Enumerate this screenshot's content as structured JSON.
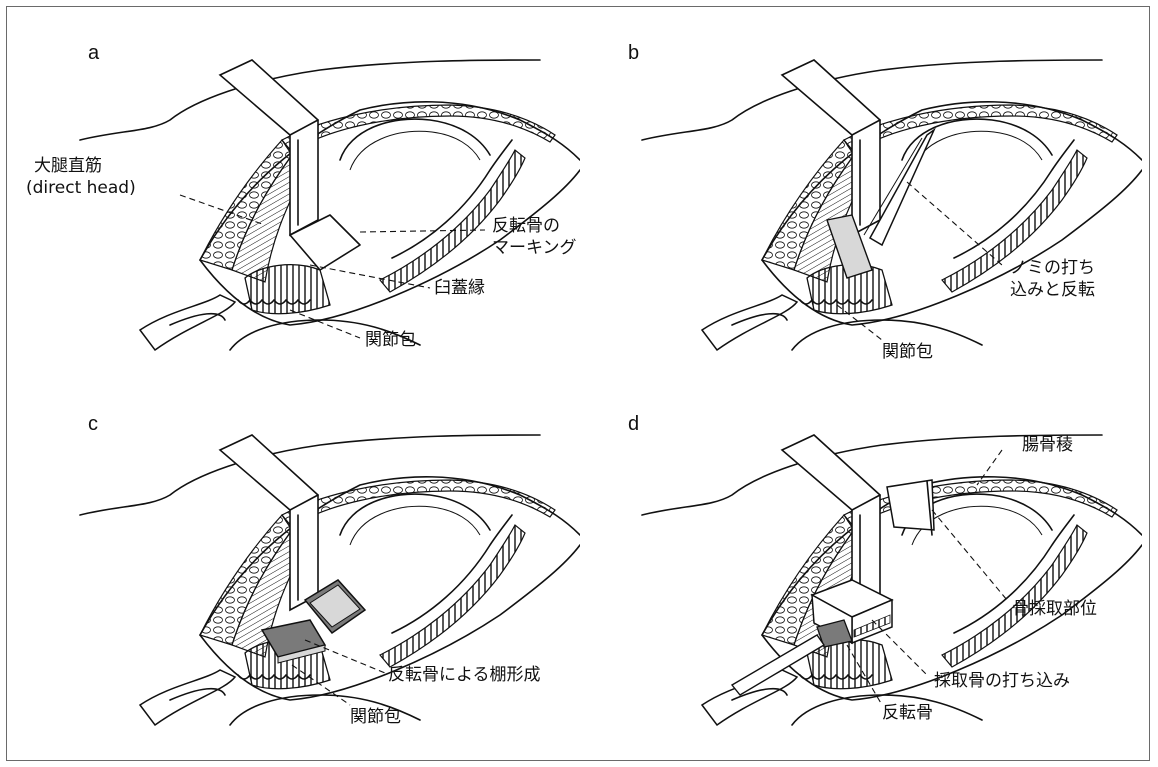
{
  "panels": [
    {
      "letter": "a",
      "labels": {
        "rectus": "大腿直筋",
        "direct_head": "(direct head)",
        "marking_1": "反転骨の",
        "marking_2": "マーキング",
        "acetabular_rim": "臼蓋縁",
        "capsule": "関節包"
      }
    },
    {
      "letter": "b",
      "labels": {
        "chisel_1": "ノミの打ち",
        "chisel_2": "込みと反転",
        "capsule": "関節包"
      }
    },
    {
      "letter": "c",
      "labels": {
        "shelf": "反転骨による棚形成",
        "capsule": "関節包"
      }
    },
    {
      "letter": "d",
      "labels": {
        "iliac_crest": "腸骨稜",
        "harvest_site": "骨採取部位",
        "impaction": "採取骨の打ち込み",
        "reflected_bone": "反転骨"
      }
    }
  ],
  "colors": {
    "ink": "#111111",
    "shade_dark": "#7a7a7a",
    "shade_light": "#d8d8d8",
    "frame": "#6a6a6a"
  }
}
